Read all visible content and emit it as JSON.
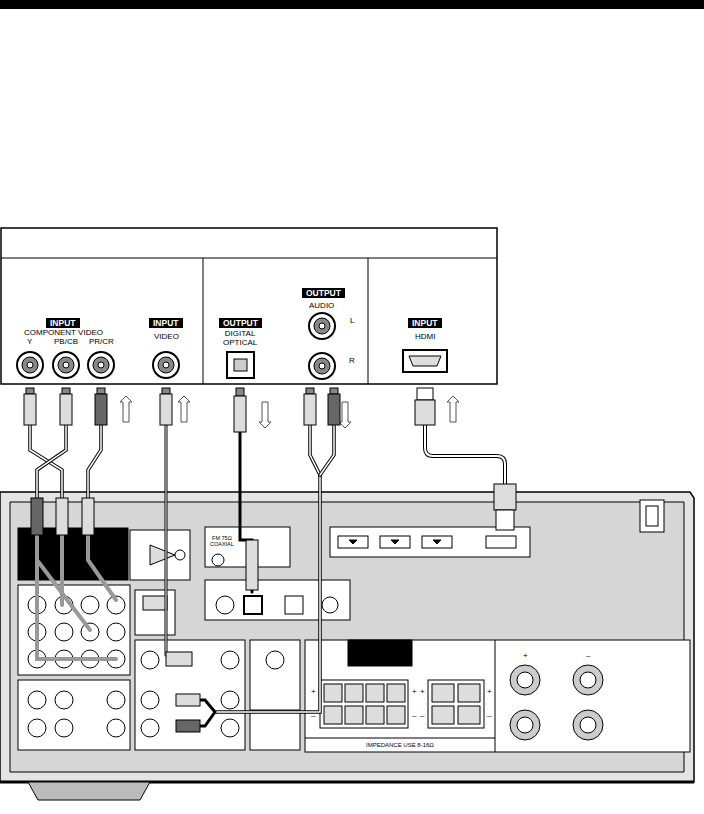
{
  "diagram": {
    "nodes": [
      {
        "text": [
          "INPUT"
        ]
      },
      {
        "text": [
          "INPUT"
        ]
      },
      {
        "text": [
          "OUTPUT"
        ]
      },
      {
        "text": [
          "OUTPUT"
        ]
      },
      {
        "text": [
          "INPUT"
        ]
      }
    ],
    "labels": [
      "COMPONENT VIDEO",
      "Y",
      "PB/CB",
      "PR/CR",
      "VIDEO",
      "DIGITAL OPTICAL",
      "AUDIO",
      "L",
      "R",
      "HDMI",
      "FM 75Ω COAXIAL",
      "IMPEDANCE USE 8-16Ω",
      "+",
      "+",
      "–",
      "–",
      "+",
      "+",
      "–",
      "–",
      "+",
      "–"
    ]
  }
}
